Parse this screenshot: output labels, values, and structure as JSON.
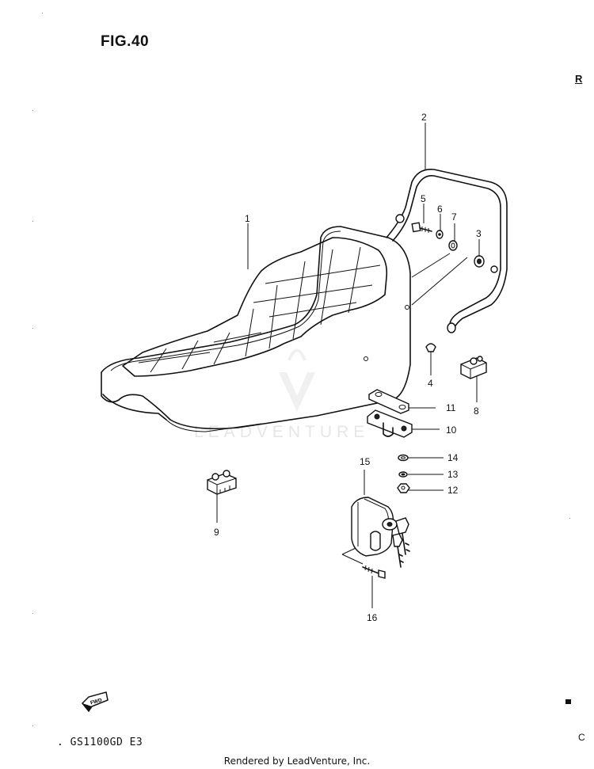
{
  "figure_label": "FIG.40",
  "corner_mark": "R",
  "corner_mark_bottom": "C",
  "model_code": ". GS1100GD  E3",
  "footer": "Rendered by LeadVenture, Inc.",
  "watermark": "LEADVENTURE",
  "fwd_label": "FWD",
  "callouts": [
    "1",
    "2",
    "3",
    "4",
    "5",
    "6",
    "7",
    "8",
    "9",
    "10",
    "11",
    "12",
    "13",
    "14",
    "15",
    "16"
  ]
}
